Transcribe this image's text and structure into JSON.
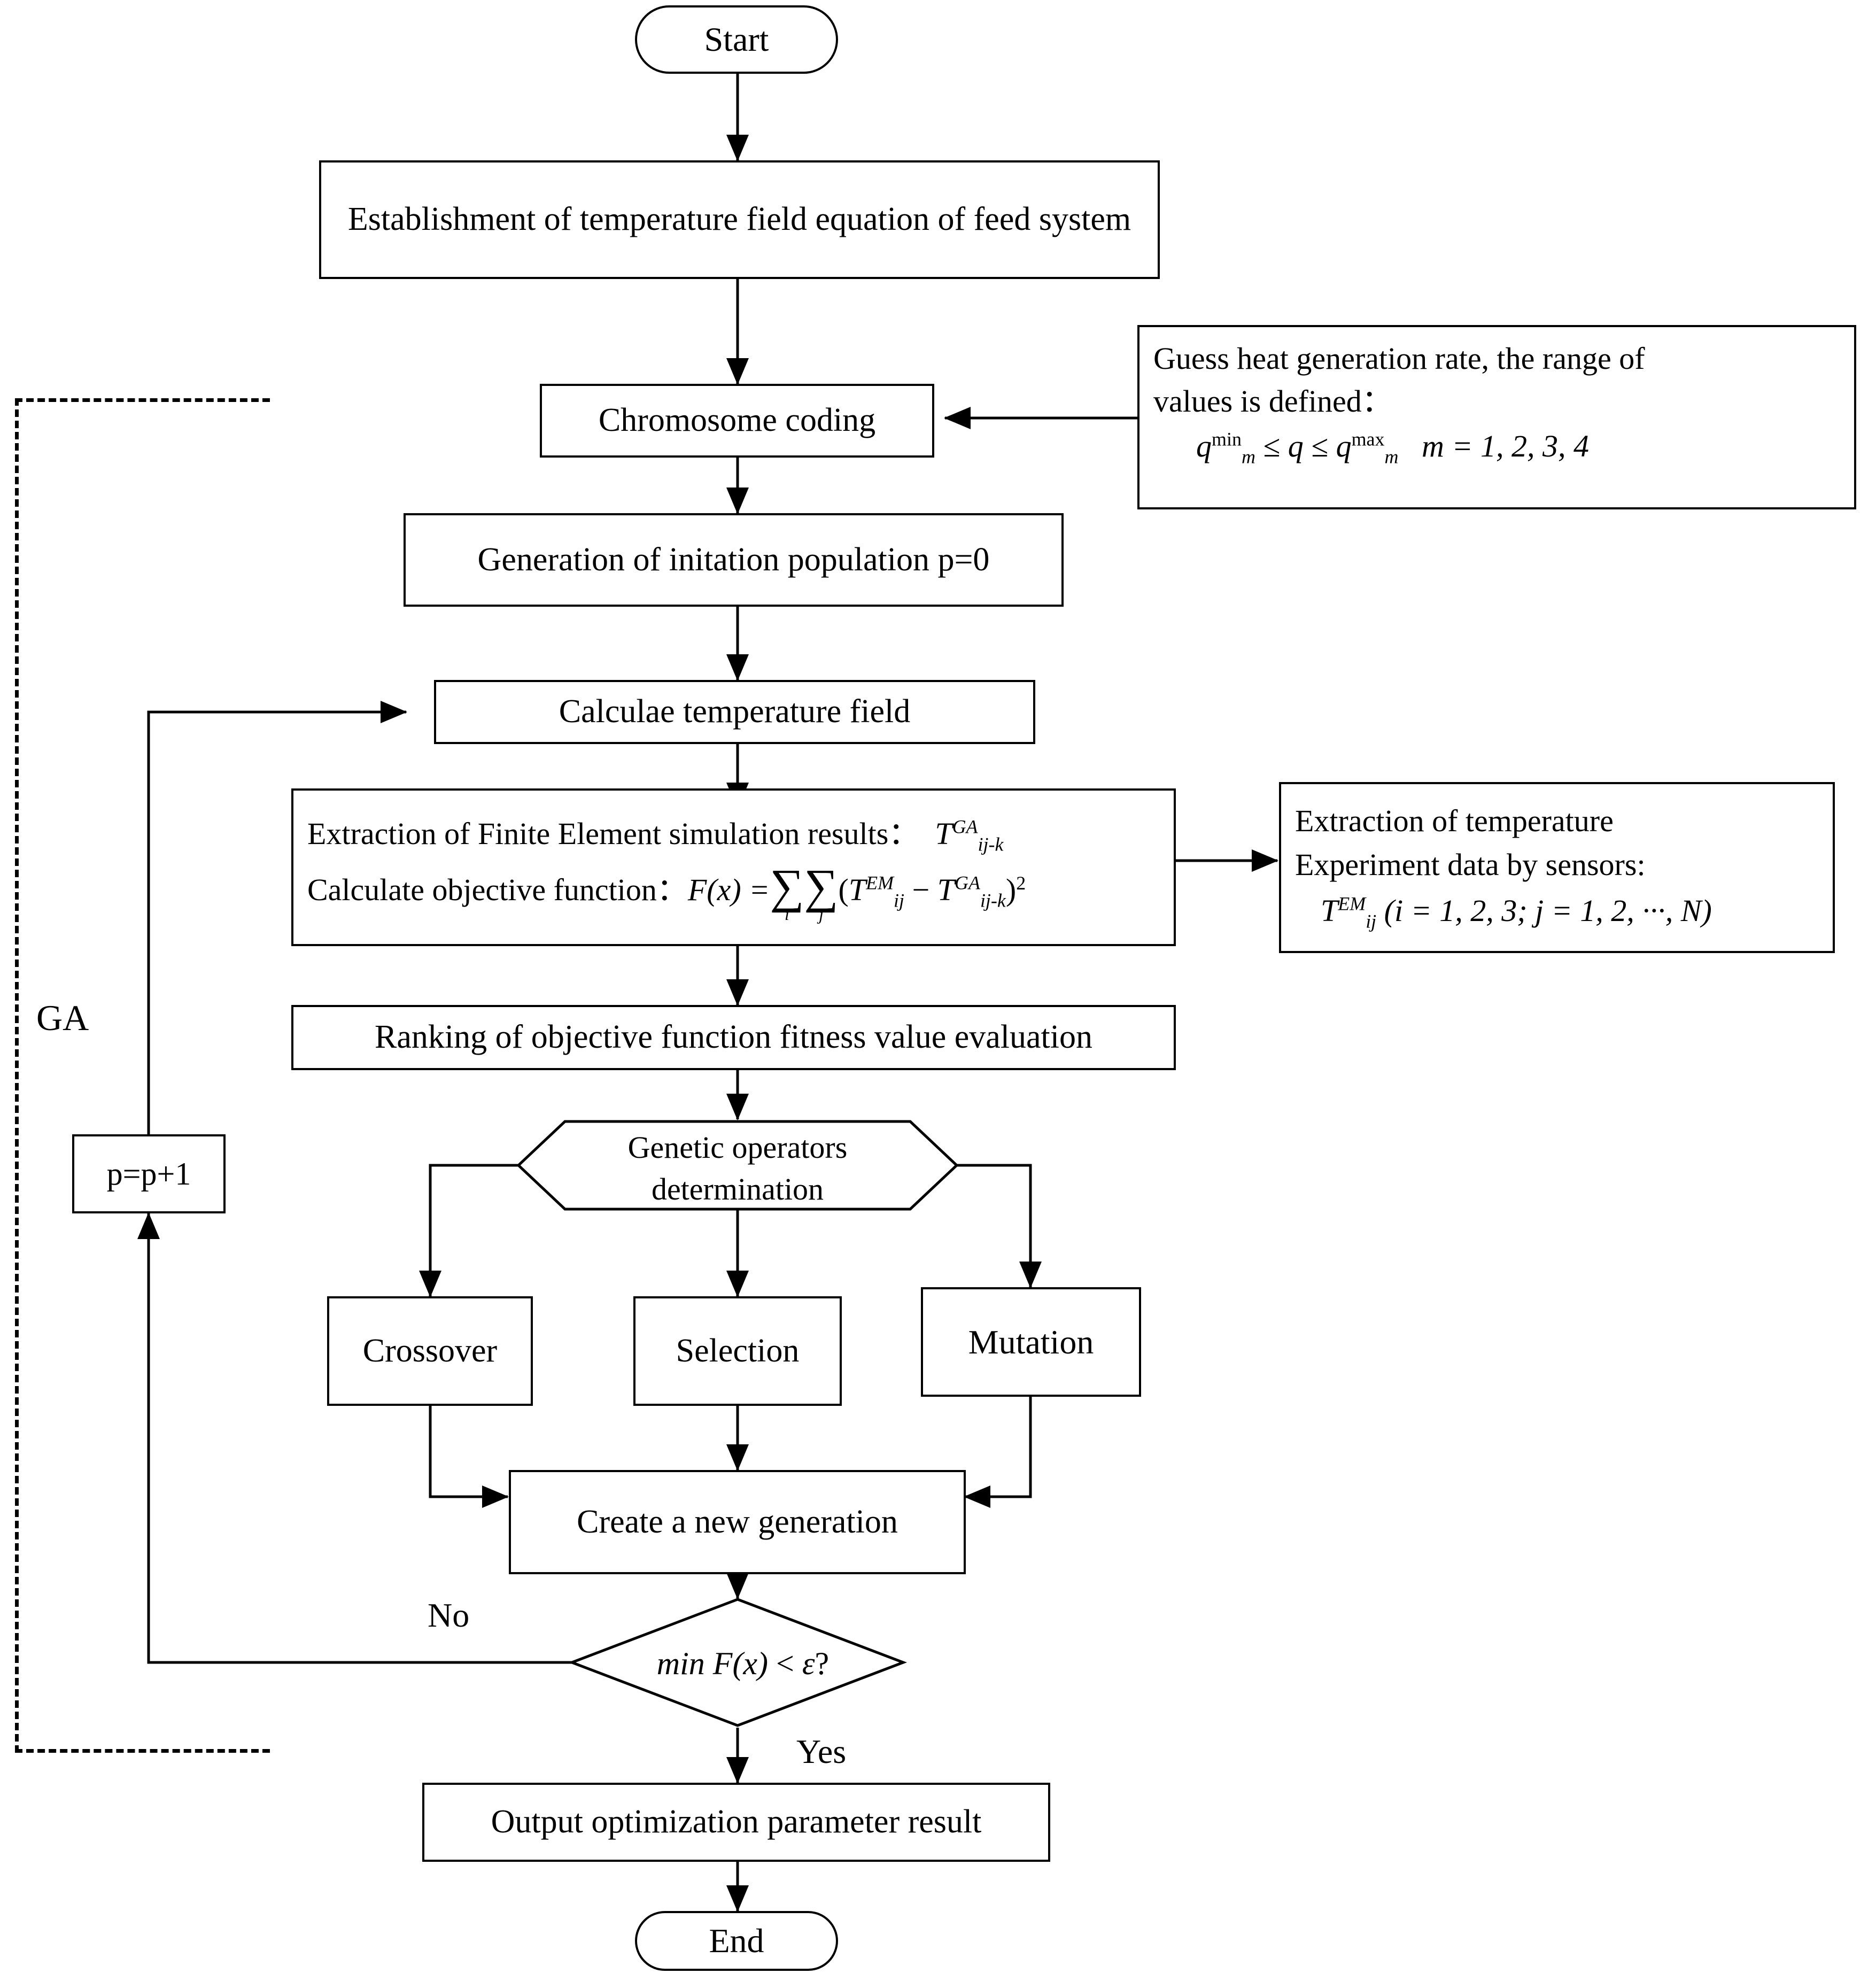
{
  "diagram": {
    "title": "Genetic algorithm flow chart for heat generation rate identification",
    "type": "flowchart",
    "line_color": "#000000",
    "background": "#ffffff"
  },
  "nodes": {
    "start": {
      "label": "Start",
      "shape": "terminal"
    },
    "establish": {
      "label": "Establishment of temperature field equation of feed system",
      "shape": "process"
    },
    "chromosome": {
      "label": "Chromosome coding",
      "shape": "process"
    },
    "guess": {
      "line1": "Guess heat generation rate, the range of",
      "line2": "values is defined：",
      "formula_q": "q",
      "formula_q_sup": "min",
      "formula_q_sub": "m",
      "formula_mid": "≤ q ≤",
      "formula_q2": "q",
      "formula_q2_sup": "max",
      "formula_q2_sub": "m",
      "formula_m": "m = 1, 2, 3, 4",
      "shape": "process"
    },
    "generation_init": {
      "label": "Generation of initation population  p=0",
      "shape": "process"
    },
    "calc_temp": {
      "label": "Calculae temperature field",
      "shape": "process"
    },
    "extraction_fe": {
      "line1_text": "Extraction of Finite Element simulation results：",
      "line1_sym_base": "T",
      "line1_sym_sup": "GA",
      "line1_sym_sub": "ij-k",
      "line2_text": "Calculate objective function：",
      "line2_fx": "F(x) =",
      "sum1": "∑",
      "sum1_index": "i",
      "sum2": "∑",
      "sum2_index": "j",
      "open_paren": "(",
      "t_em_base": "T",
      "t_em_sup": "EM",
      "t_em_sub": "ij",
      "minus": "−",
      "t_ga_base": "T",
      "t_ga_sup": "GA",
      "t_ga_sub": "ij-k",
      "close_paren": ")",
      "power": "2",
      "shape": "process"
    },
    "extraction_exp": {
      "line1": "Extraction of temperature",
      "line2": "Experiment data by sensors:",
      "sym_base": "T",
      "sym_sup": "EM",
      "sym_sub": "ij",
      "range": "(i = 1, 2, 3; j = 1, 2, ···, N)",
      "shape": "process"
    },
    "ranking": {
      "label": "Ranking of objective function fitness value evaluation",
      "shape": "process"
    },
    "genetic_operators": {
      "line1": "Genetic operators",
      "line2": "determination",
      "shape": "hexagon"
    },
    "crossover": {
      "label": "Crossover",
      "shape": "process"
    },
    "selection": {
      "label": "Selection",
      "shape": "process"
    },
    "mutation": {
      "label": "Mutation",
      "shape": "process"
    },
    "create_new_gen": {
      "label": "Create a new generation",
      "shape": "process"
    },
    "decision": {
      "prefix": "min",
      "fx": "F(x)",
      "op": "<",
      "eps": "ε",
      "q": "?",
      "shape": "diamond"
    },
    "output": {
      "label": "Output optimization parameter result",
      "shape": "process"
    },
    "end": {
      "label": "End",
      "shape": "terminal"
    },
    "increment": {
      "label": "p=p+1",
      "shape": "process"
    }
  },
  "labels": {
    "ga_group": "GA",
    "branch_no": "No",
    "branch_yes": "Yes"
  },
  "edges": [
    {
      "from": "start",
      "to": "establish",
      "label": ""
    },
    {
      "from": "establish",
      "to": "chromosome",
      "label": ""
    },
    {
      "from": "guess",
      "to": "chromosome",
      "label": ""
    },
    {
      "from": "chromosome",
      "to": "generation_init",
      "label": ""
    },
    {
      "from": "generation_init",
      "to": "calc_temp",
      "label": ""
    },
    {
      "from": "calc_temp",
      "to": "extraction_fe",
      "label": ""
    },
    {
      "from": "extraction_fe",
      "to": "extraction_exp",
      "label": ""
    },
    {
      "from": "extraction_fe",
      "to": "ranking",
      "label": ""
    },
    {
      "from": "ranking",
      "to": "genetic_operators",
      "label": ""
    },
    {
      "from": "genetic_operators",
      "to": "crossover",
      "label": ""
    },
    {
      "from": "genetic_operators",
      "to": "selection",
      "label": ""
    },
    {
      "from": "genetic_operators",
      "to": "mutation",
      "label": ""
    },
    {
      "from": "crossover",
      "to": "create_new_gen",
      "label": ""
    },
    {
      "from": "selection",
      "to": "create_new_gen",
      "label": ""
    },
    {
      "from": "mutation",
      "to": "create_new_gen",
      "label": ""
    },
    {
      "from": "create_new_gen",
      "to": "decision",
      "label": ""
    },
    {
      "from": "decision",
      "to": "increment",
      "label": "No"
    },
    {
      "from": "increment",
      "to": "calc_temp",
      "label": ""
    },
    {
      "from": "decision",
      "to": "output",
      "label": "Yes"
    },
    {
      "from": "output",
      "to": "end",
      "label": ""
    }
  ]
}
